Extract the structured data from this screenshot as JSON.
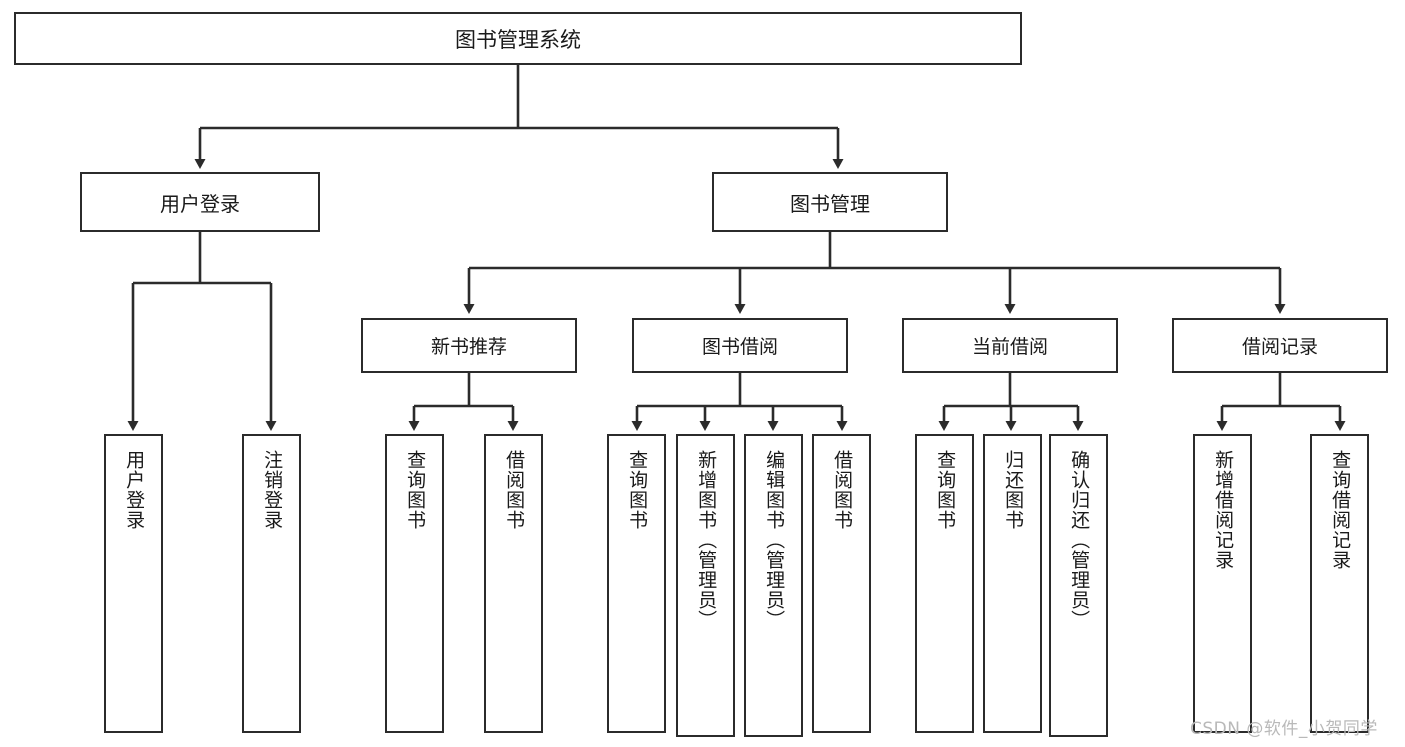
{
  "diagram": {
    "title": "图书管理系统",
    "type": "tree-hierarchy",
    "watermark": "CSDN @软件_小贺同学",
    "colors": {
      "background": "#ffffff",
      "box_border": "#2b2b2b",
      "box_fill": "#ffffff",
      "text": "#1a1a1a",
      "connector": "#2b2b2b",
      "watermark": "#b9b9b9"
    },
    "root": {
      "label": "图书管理系统"
    },
    "level1": [
      {
        "label": "用户登录"
      },
      {
        "label": "图书管理"
      }
    ],
    "level2": [
      {
        "label": "新书推荐"
      },
      {
        "label": "图书借阅"
      },
      {
        "label": "当前借阅"
      },
      {
        "label": "借阅记录"
      }
    ],
    "leaves": {
      "user_login": [
        {
          "label": "用户登录"
        },
        {
          "label": "注销登录"
        }
      ],
      "new_book_recommend": [
        {
          "label": "查询图书"
        },
        {
          "label": "借阅图书"
        }
      ],
      "book_borrow": [
        {
          "label": "查询图书"
        },
        {
          "label": "新增图书（管理员）"
        },
        {
          "label": "编辑图书（管理员）"
        },
        {
          "label": "借阅图书"
        }
      ],
      "current_borrow": [
        {
          "label": "查询图书"
        },
        {
          "label": "归还图书"
        },
        {
          "label": "确认归还（管理员）"
        }
      ],
      "borrow_record": [
        {
          "label": "新增借阅记录"
        },
        {
          "label": "查询借阅记录"
        }
      ]
    }
  }
}
